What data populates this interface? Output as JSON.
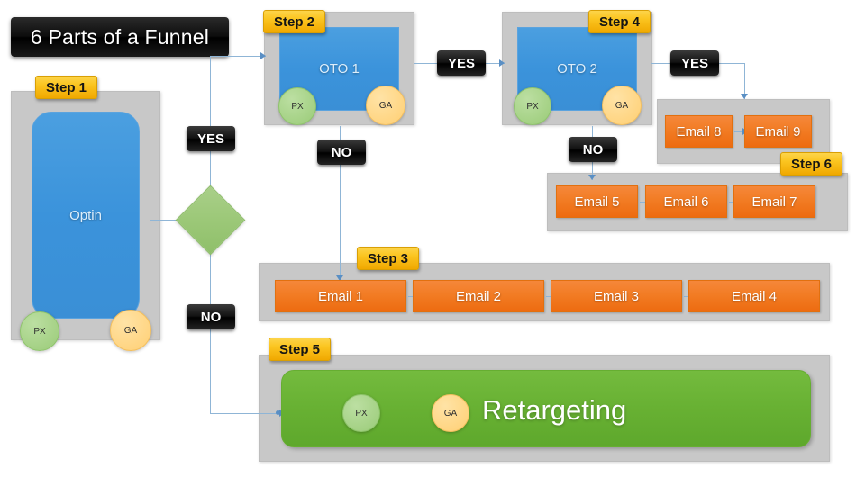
{
  "title": "6 Parts of a Funnel",
  "steps": {
    "s1": "Step 1",
    "s2": "Step 2",
    "s3": "Step 3",
    "s4": "Step 4",
    "s5": "Step 5",
    "s6": "Step 6"
  },
  "pages": {
    "optin": "Optin",
    "oto1": "OTO 1",
    "oto2": "OTO 2",
    "retargeting": "Retargeting"
  },
  "badges": {
    "px": "PX",
    "ga": "GA"
  },
  "decisions": {
    "yes_optin": "YES",
    "no_optin": "NO",
    "yes_oto1": "YES",
    "no_oto1": "NO",
    "yes_oto2": "YES",
    "no_oto2": "NO"
  },
  "emails": {
    "step3": [
      "Email 1",
      "Email 2",
      "Email 3",
      "Email 4"
    ],
    "step6_lower": [
      "Email 5",
      "Email 6",
      "Email 7"
    ],
    "step6_upper": [
      "Email 8",
      "Email 9"
    ]
  },
  "colors": {
    "title_bar": "#0d0d0d",
    "step_tag": "#fbc520",
    "panel_gray": "#c8c8c8",
    "page_blue": "#3b93db",
    "email_orange": "#f27c24",
    "decision_green": "#9cc878",
    "retargeting_green": "#68b133",
    "connector_blue": "#8fb5d6",
    "badge_px_green": "#9acb78",
    "badge_ga_yellow": "#ffcf73",
    "chip_black": "#000000"
  }
}
